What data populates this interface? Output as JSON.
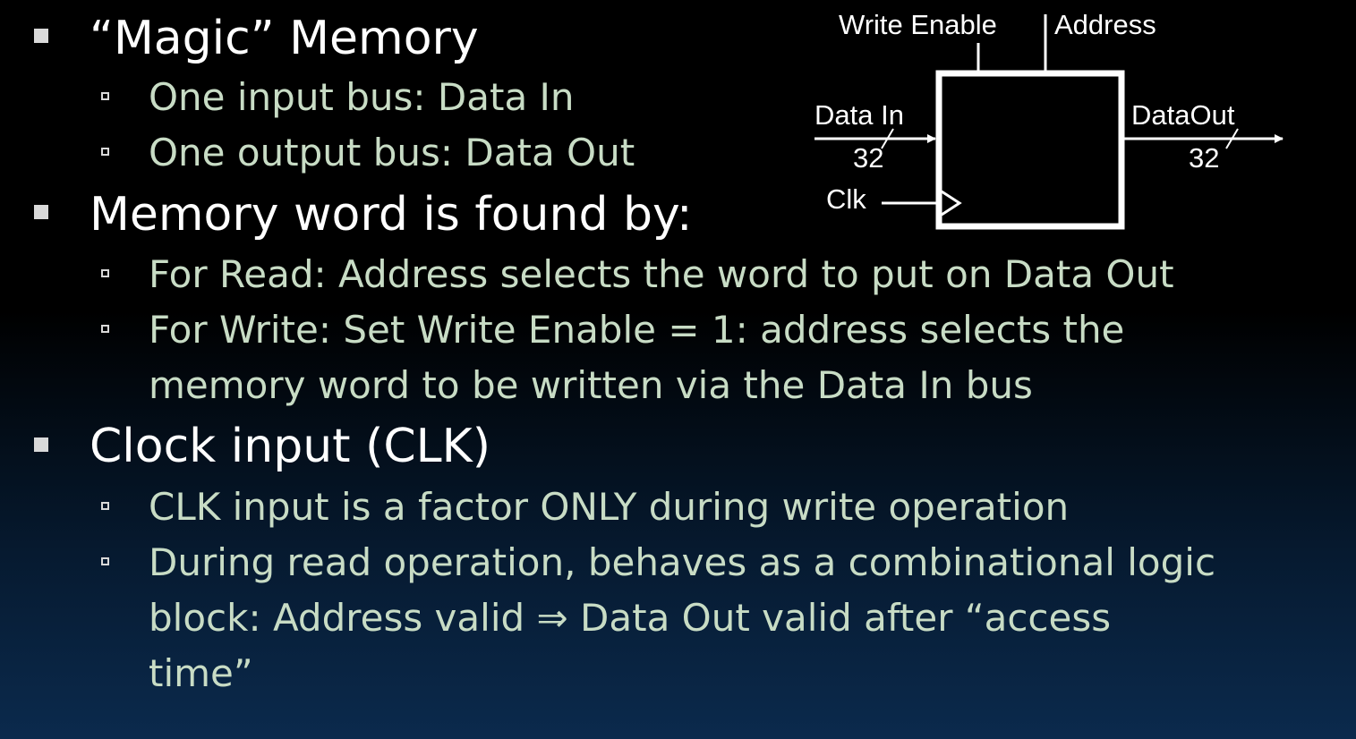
{
  "bullets": [
    {
      "text": "“Magic” Memory",
      "subs": [
        "One input bus: Data In",
        "One output bus: Data Out"
      ]
    },
    {
      "text": "Memory word is found by:",
      "subs": [
        "For Read: Address selects the word to put on Data Out",
        "For Write: Set Write Enable = 1: address selects the",
        "memory word to be written via the Data In bus"
      ]
    },
    {
      "text": "Clock input (CLK)",
      "subs": [
        "CLK input is a factor ONLY during write operation",
        "During read operation, behaves as a combinational logic",
        "block: Address valid ⇒ Data Out valid after “access",
        "time”"
      ]
    }
  ],
  "diagram": {
    "write_enable": "Write Enable",
    "address": "Address",
    "data_in": "Data In",
    "data_out": "DataOut",
    "width_in": "32",
    "width_out": "32",
    "clk": "Clk"
  }
}
